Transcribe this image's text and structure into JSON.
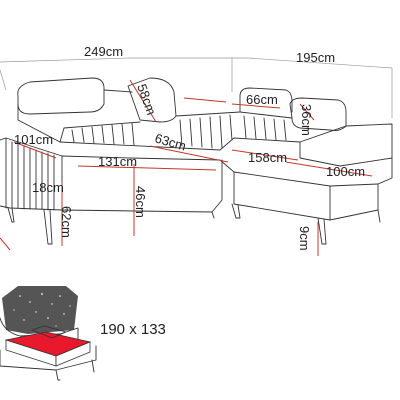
{
  "dimensions": {
    "total_width": "249",
    "corner_width": "195",
    "backrest_height": "58",
    "headrest_width": "66",
    "armrest_depth": "101",
    "seat_depth": "63",
    "chaise_back_depth": "36",
    "seat_width": "131",
    "chaise_seat_width": "158",
    "chaise_depth": "100",
    "armrest_height": "18",
    "seat_height": "46",
    "total_height": "62",
    "leg_height": "9",
    "unit": "cm"
  },
  "bed": {
    "size": "190 x 133"
  },
  "colors": {
    "dimension_line": "#c0392b",
    "outline": "#333333",
    "bed_fill": "#e8192c",
    "fabric": "#555555"
  }
}
